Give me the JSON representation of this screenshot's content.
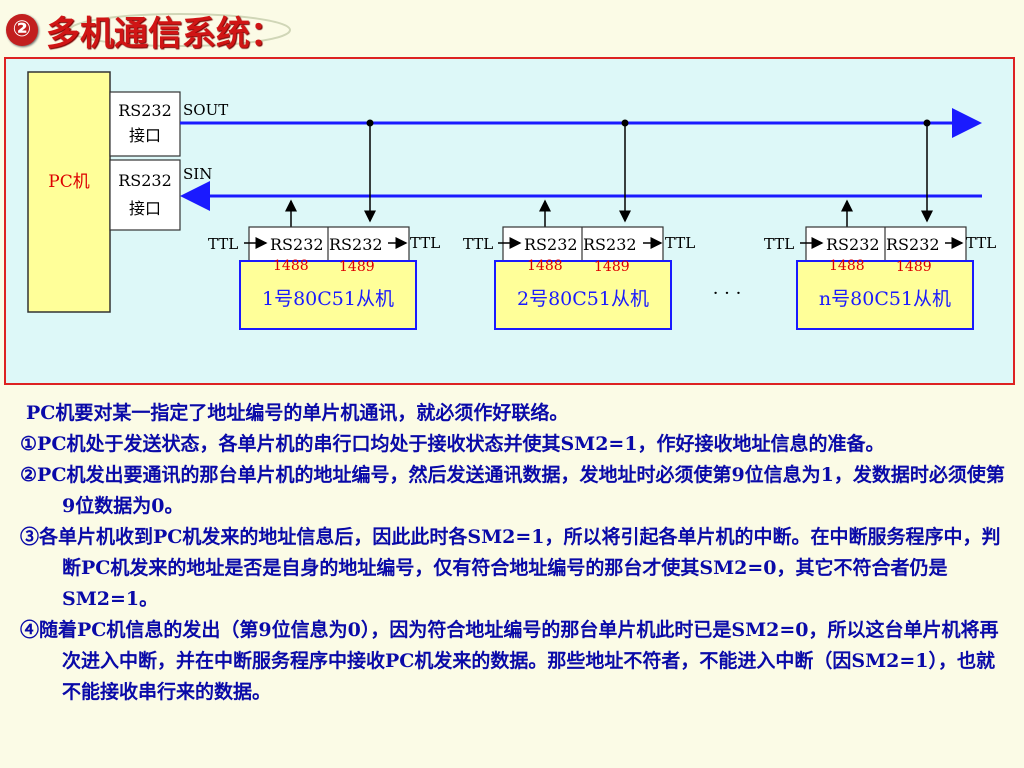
{
  "slide": {
    "title_num": "②",
    "title": "多机通信系统："
  },
  "diagram": {
    "pc_label": "PC机",
    "port1_line1": "RS232",
    "port1_line2": "接口",
    "port2_line1": "RS232",
    "port2_line2": "接口",
    "sout_label": "SOUT",
    "sin_label": "SIN",
    "ellipsis": "· · ·",
    "slaves": [
      {
        "ttl_left": "TTL",
        "rs232_left": "RS232",
        "rs232_right": "RS232",
        "ttl_right": "TTL",
        "chip_left": "1488",
        "chip_right": "1489",
        "name": "1号80C51从机"
      },
      {
        "ttl_left": "TTL",
        "rs232_left": "RS232",
        "rs232_right": "RS232",
        "ttl_right": "TTL",
        "chip_left": "1488",
        "chip_right": "1489",
        "name": "2号80C51从机"
      },
      {
        "ttl_left": "TTL",
        "rs232_left": "RS232",
        "rs232_right": "RS232",
        "ttl_right": "TTL",
        "chip_left": "1488",
        "chip_right": "1489",
        "name": "n号80C51从机"
      }
    ],
    "colors": {
      "bus": "#1a1aff",
      "panel_border": "#dd2222",
      "panel_bg": "#ddf8f8",
      "pc_fill": "#ffff99",
      "slave_fill": "#ffff99",
      "chip_label": "#dd0000",
      "pc_label": "#dd0000",
      "slave_label": "#1a1aff"
    }
  },
  "paragraphs": [
    "PC机要对某一指定了地址编号的单片机通讯，就必须作好联络。",
    "①PC机处于发送状态，各单片机的串行口均处于接收状态并使其SM2=1，作好接收地址信息的准备。",
    "②PC机发出要通讯的那台单片机的地址编号，然后发送通讯数据，发地址时必须使第9位信息为1，发数据时必须使第9位数据为0。",
    "③各单片机收到PC机发来的地址信息后，因此此时各SM2=1，所以将引起各单片机的中断。在中断服务程序中，判断PC机发来的地址是否是自身的地址编号，仅有符合地址编号的那台才使其SM2=0，其它不符合者仍是SM2=1。",
    "④随着PC机信息的发出（第9位信息为0），因为符合地址编号的那台单片机此时已是SM2=0，所以这台单片机将再次进入中断，并在中断服务程序中接收PC机发来的数据。那些地址不符者，不能进入中断（因SM2=1），也就不能接收串行来的数据。"
  ]
}
